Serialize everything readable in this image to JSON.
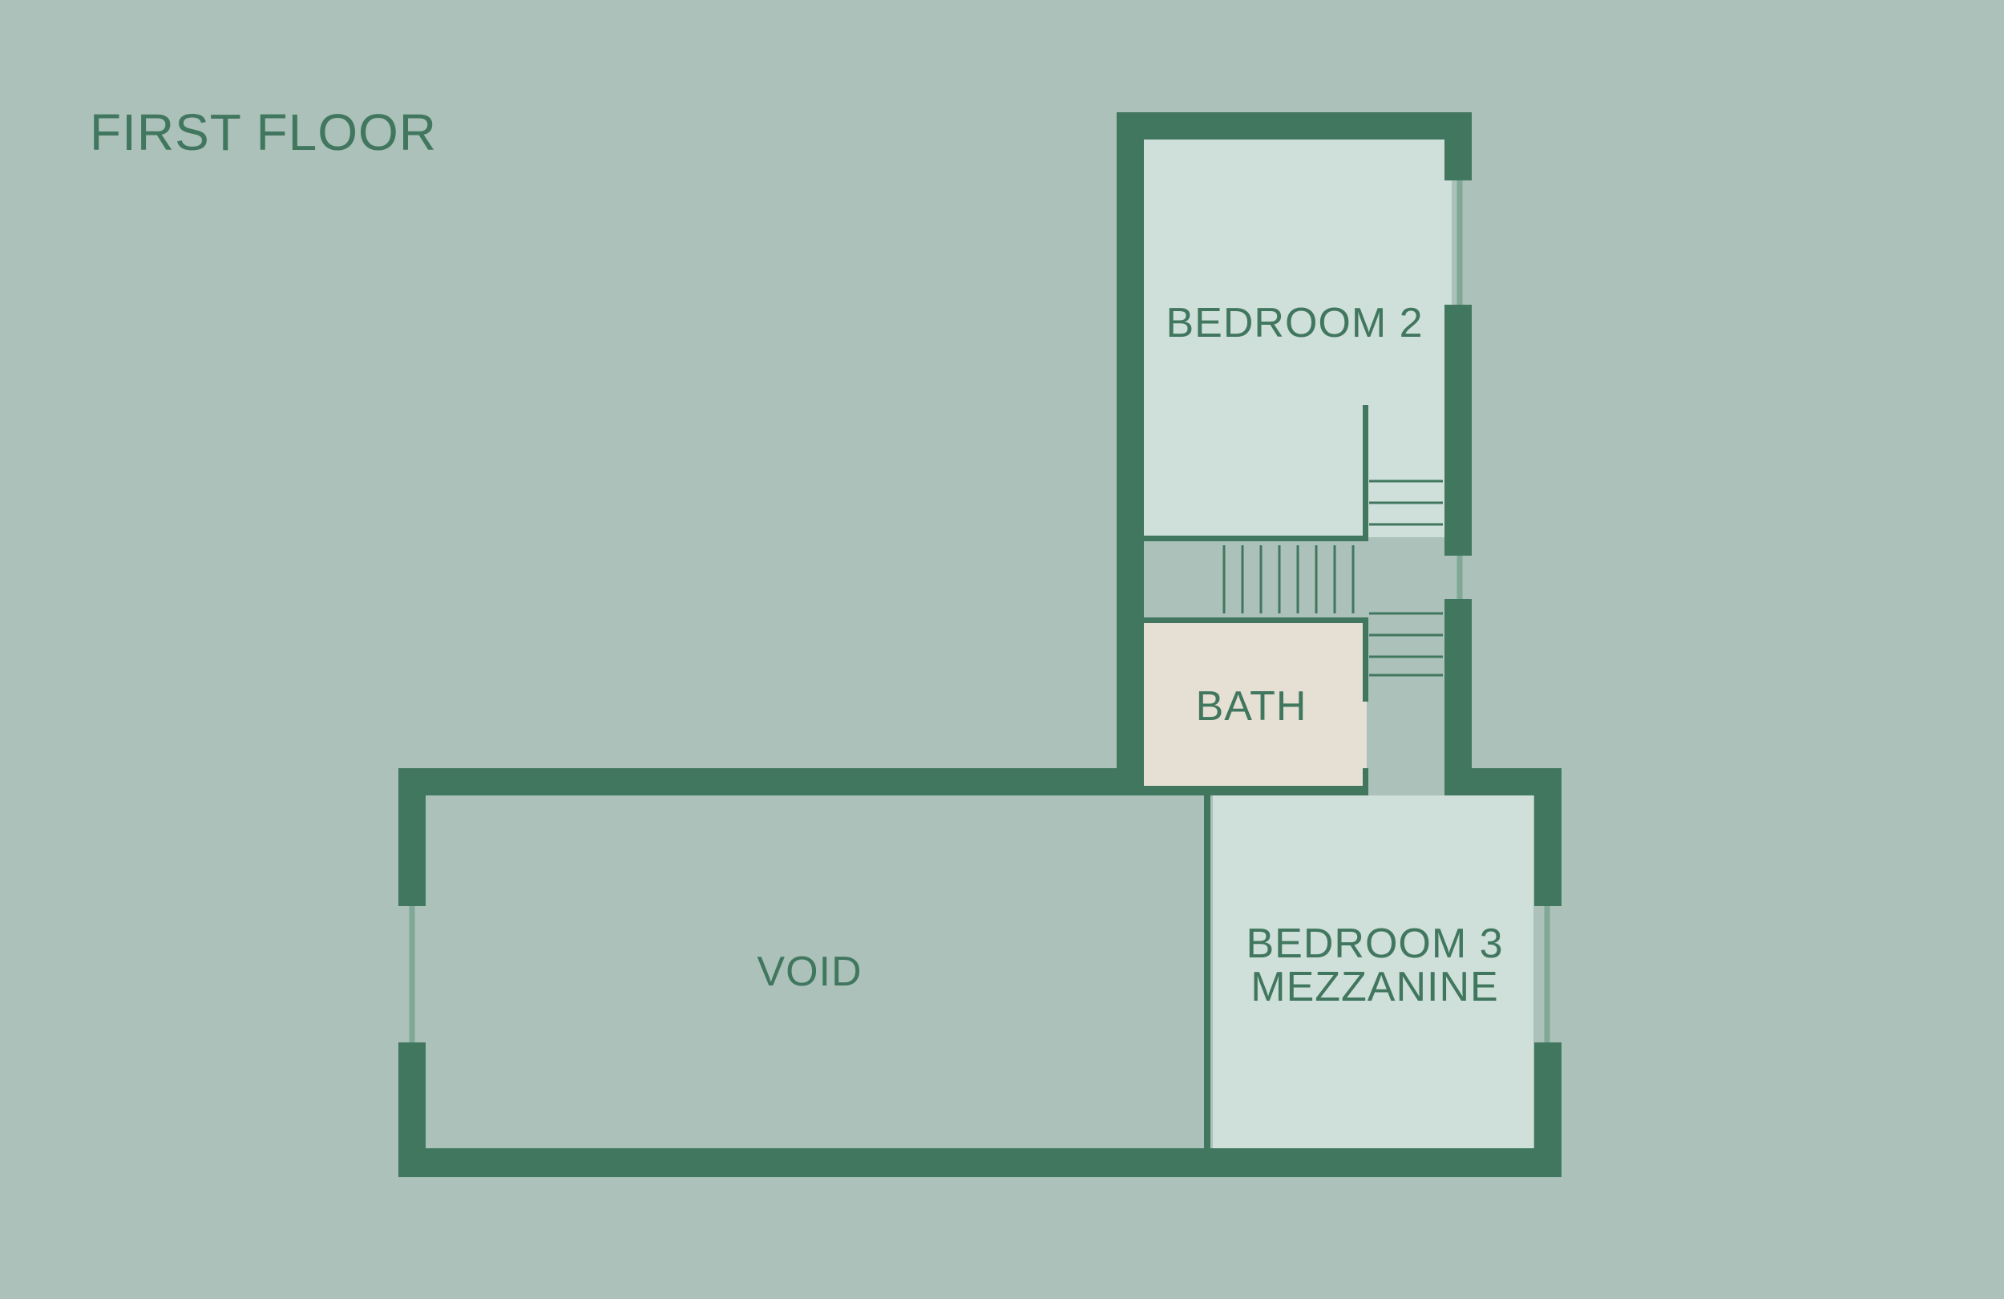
{
  "title": "FIRST FLOOR",
  "rooms": {
    "bedroom2": {
      "label": "BEDROOM 2"
    },
    "bath": {
      "label": "BATH"
    },
    "void": {
      "label": "VOID"
    },
    "bedroom3": {
      "label_line1": "BEDROOM 3",
      "label_line2": "MEZZANINE"
    }
  },
  "colors": {
    "background": "#abc1b9",
    "wall": "#41775f",
    "bedroom_fill": "#cfdfd9",
    "bath_fill": "#e5e0d3",
    "void_fill": "#abc1b9",
    "window": "#7fa897",
    "text": "#41775f"
  }
}
